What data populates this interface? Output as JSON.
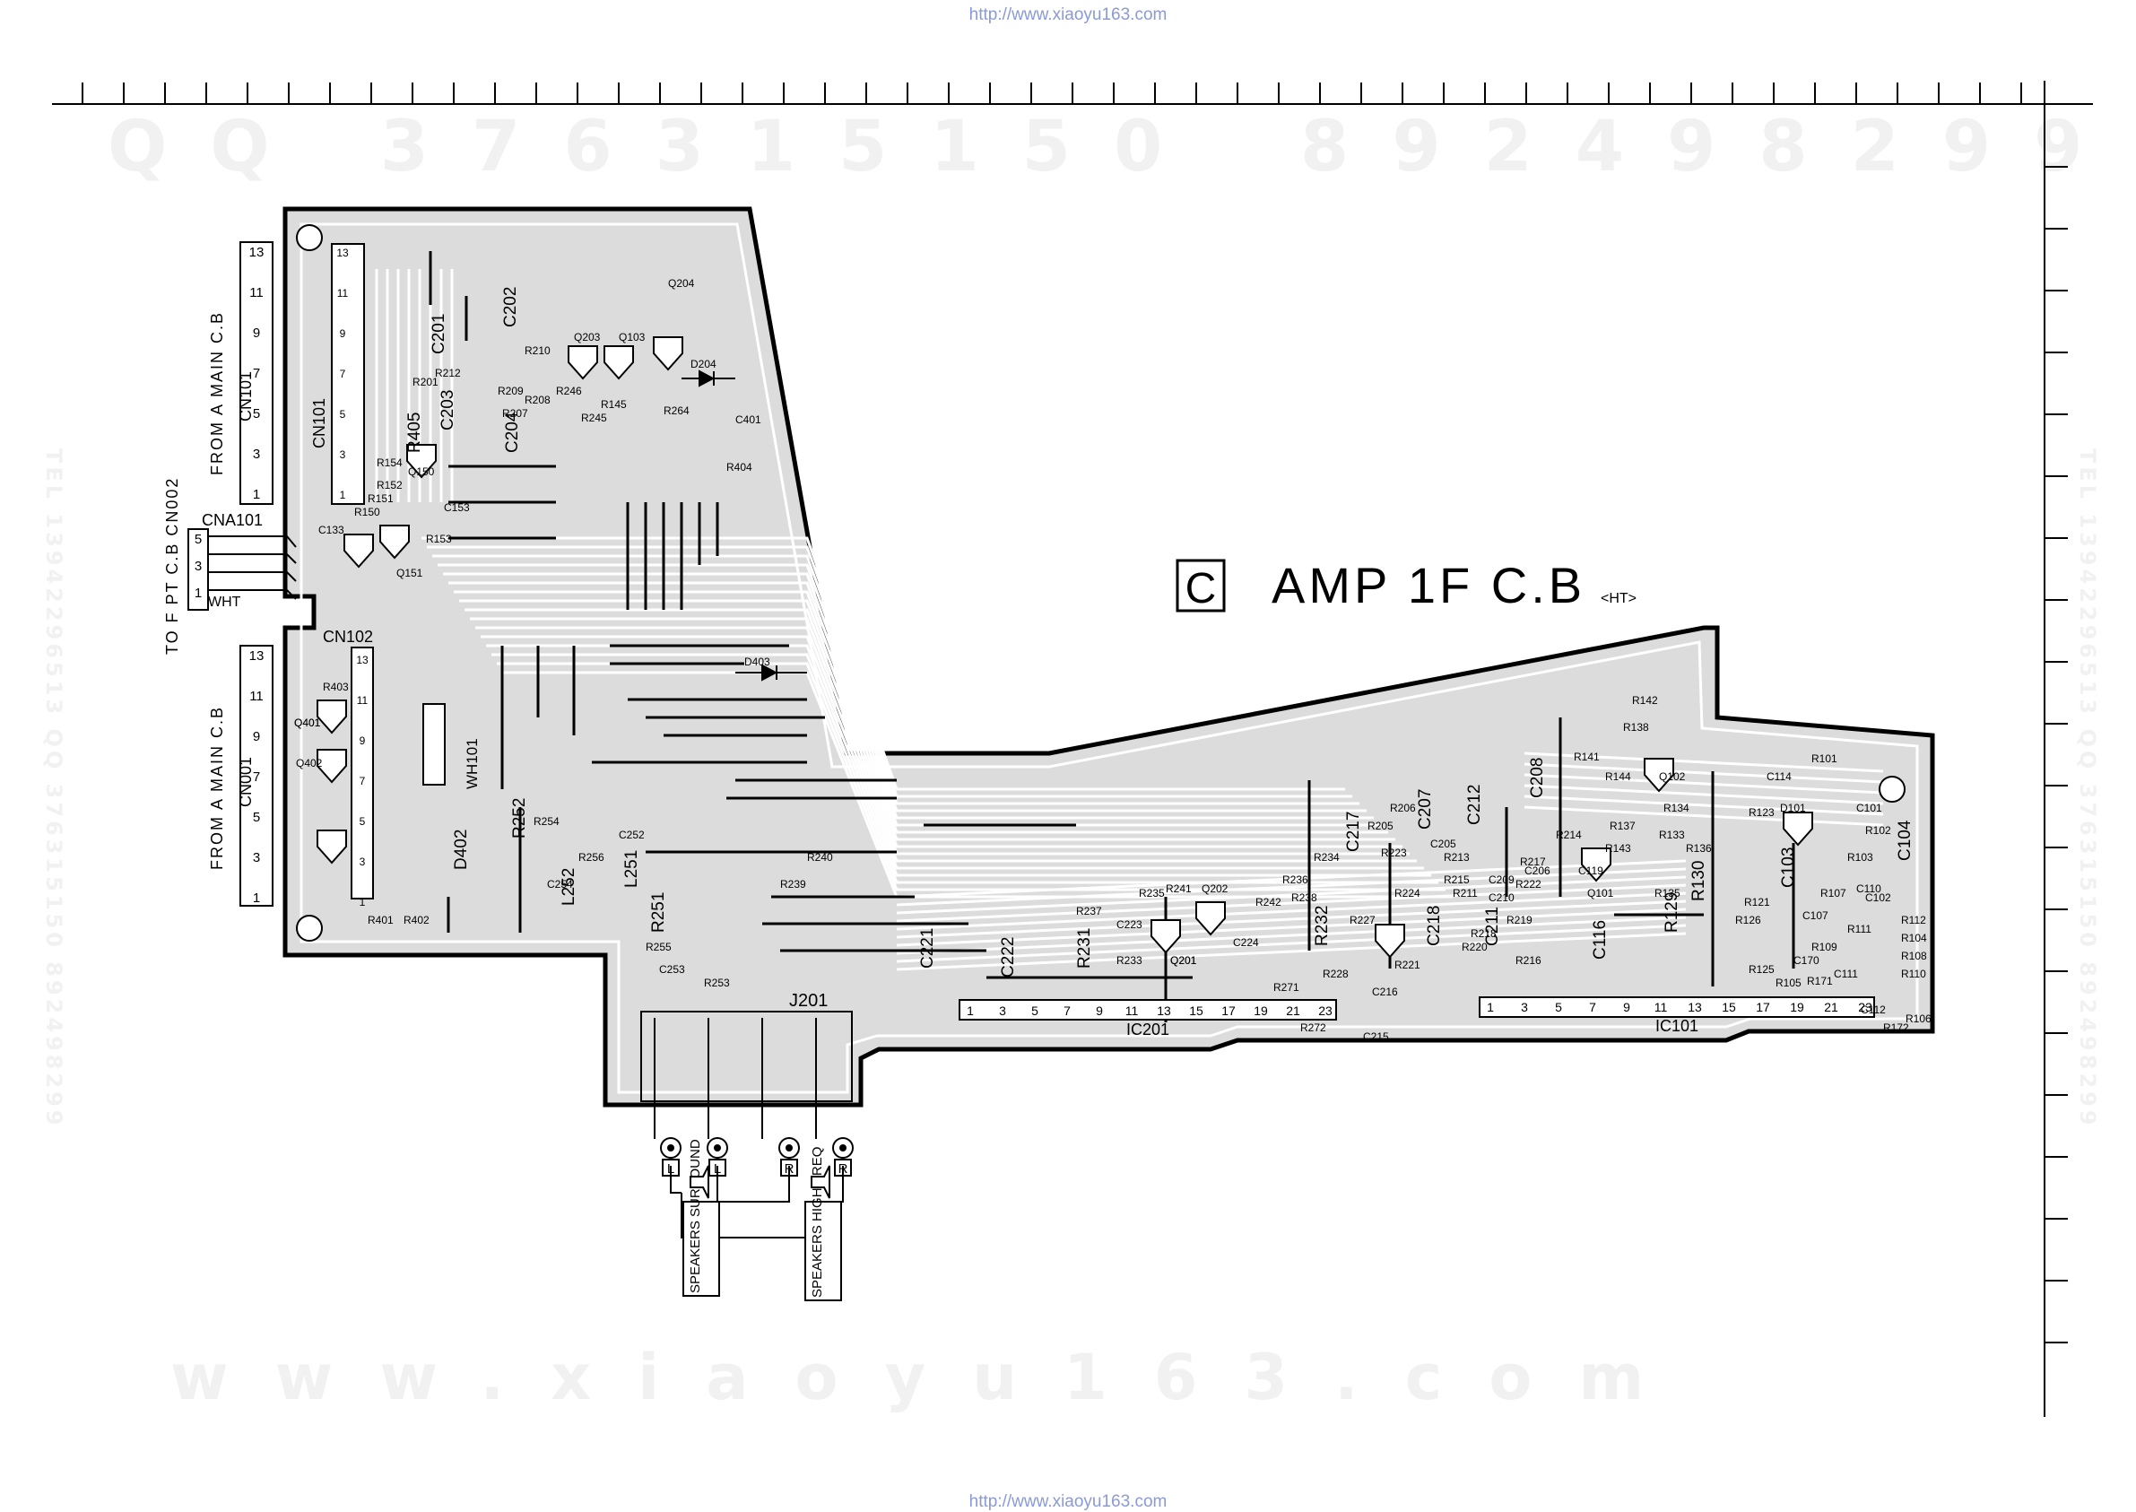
{
  "site_url": "http://www.xiaoyu163.com",
  "watermarks": {
    "qq": "QQ 376315150",
    "phone": "892498299",
    "site": "www.xiaoyu163.com",
    "side_left": "TEL 13942296513 QQ 376315150 892498299",
    "side_right": "TEL 13942296513 QQ 376315150 892498299"
  },
  "board": {
    "badge": "C",
    "title": "AMP 1F C.B",
    "suffix": "<HT>"
  },
  "left_labels": {
    "from_main_top": "FROM A MAIN C.B",
    "cn101": "CN101",
    "to_f_pt": "TO F PT C.B CN002",
    "cna101": "CNA101",
    "wht": "WHT",
    "from_main_bottom": "FROM A MAIN C.B",
    "cn001": "CN001",
    "cn102": "CN102",
    "cn101_v": "CN101",
    "wh101": "WH101"
  },
  "pins_odd": [
    "13",
    "11",
    "9",
    "7",
    "5",
    "3",
    "1"
  ],
  "cna_pins": [
    "5",
    "3",
    "1"
  ],
  "ic201": {
    "label": "IC201",
    "pins": [
      "1",
      "3",
      "5",
      "7",
      "9",
      "11",
      "13",
      "15",
      "17",
      "19",
      "21",
      "23"
    ]
  },
  "ic101": {
    "label": "IC101",
    "pins": [
      "1",
      "3",
      "5",
      "7",
      "9",
      "11",
      "13",
      "15",
      "17",
      "19",
      "21",
      "23"
    ]
  },
  "j201": "J201",
  "output_jacks": [
    "L",
    "L",
    "R",
    "R"
  ],
  "speakers": {
    "surround": "SPEAKERS SURROUND",
    "high": "SPEAKERS HIGH FREQ"
  },
  "components": [
    "C201",
    "C202",
    "C203",
    "C204",
    "R405",
    "R201",
    "R212",
    "R209",
    "R210",
    "R207",
    "R208",
    "R246",
    "R245",
    "R145",
    "Q203",
    "Q103",
    "Q204",
    "D204",
    "R264",
    "C401",
    "R404",
    "R154",
    "R152",
    "R151",
    "R150",
    "Q150",
    "C133",
    "Q151",
    "R153",
    "C153",
    "R403",
    "Q401",
    "Q402",
    "Q401",
    "R401",
    "R402",
    "D402",
    "R252",
    "R254",
    "C254",
    "L252",
    "R256",
    "C252",
    "L251",
    "R251",
    "R255",
    "C253",
    "R253",
    "R240",
    "R239",
    "D403",
    "C221",
    "C222",
    "R237",
    "R231",
    "C223",
    "R233",
    "R235",
    "R241",
    "Q202",
    "Q201",
    "C224",
    "R242",
    "R236",
    "R238",
    "R234",
    "R232",
    "R227",
    "R228",
    "C217",
    "R223",
    "R224",
    "Q201",
    "R205",
    "R206",
    "C207",
    "C205",
    "R213",
    "R215",
    "R211",
    "C218",
    "R221",
    "R220",
    "R218",
    "R219",
    "C211",
    "R216",
    "C212",
    "C206",
    "C209",
    "C210",
    "R222",
    "R217",
    "R214",
    "C208",
    "C215",
    "C216",
    "R271",
    "R272",
    "R141",
    "Q102",
    "R142",
    "R138",
    "R137",
    "R143",
    "R144",
    "R133",
    "R134",
    "R135",
    "R136",
    "R129",
    "R130",
    "C119",
    "C116",
    "Q101",
    "R101",
    "C114",
    "D101",
    "C101",
    "R123",
    "R102",
    "R103",
    "C104",
    "C103",
    "R121",
    "R126",
    "C107",
    "R107",
    "R125",
    "R105",
    "R171",
    "C170",
    "R109",
    "R111",
    "C110",
    "C102",
    "R112",
    "R104",
    "R108",
    "R110",
    "C112",
    "C111",
    "R172",
    "R106"
  ]
}
